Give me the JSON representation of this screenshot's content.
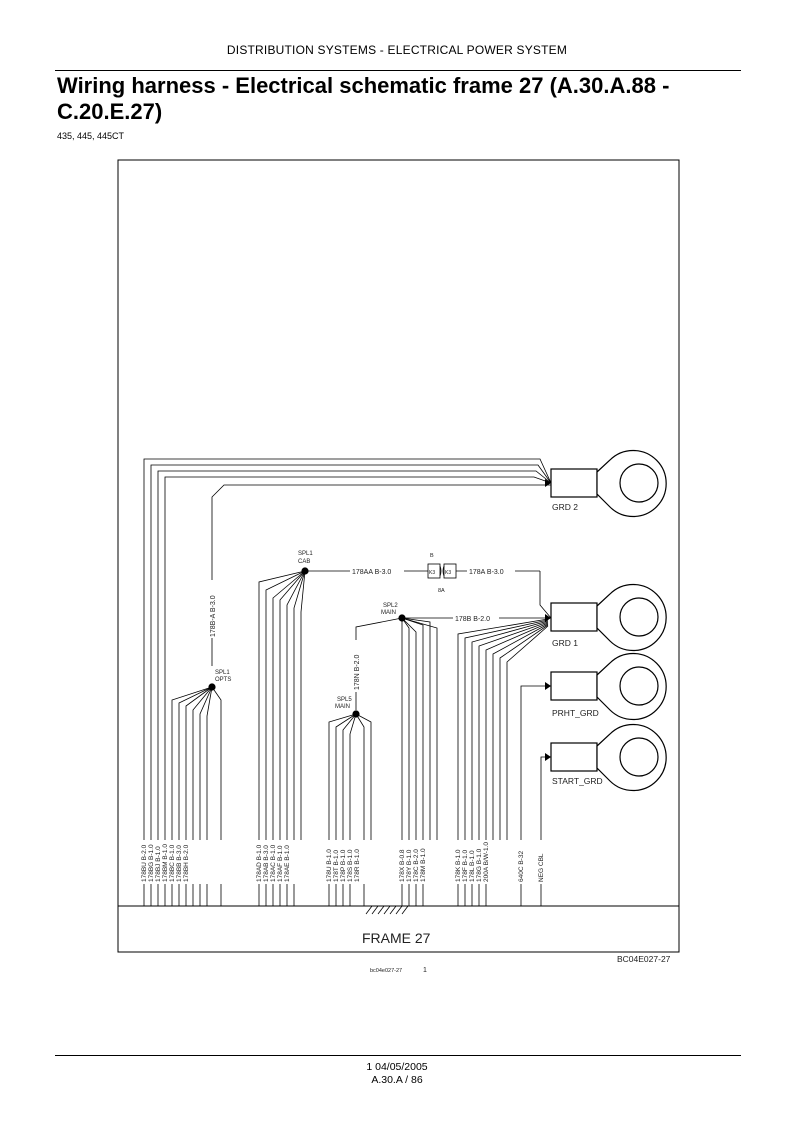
{
  "header": {
    "section": "DISTRIBUTION SYSTEMS - ELECTRICAL POWER SYSTEM"
  },
  "page": {
    "title": "Wiring harness - Electrical schematic frame 27 (A.30.A.88 - C.20.E.27)",
    "models": "435, 445, 445CT"
  },
  "diagram": {
    "frame_label": "FRAME 27",
    "figure_code": "BC04E027-27",
    "caption_code": "bc04e027-27",
    "caption_index": "1",
    "splices": {
      "spl1_opts": {
        "line1": "SPL1",
        "line2": "OPTS"
      },
      "spl1_cab": {
        "line1": "SPL1",
        "line2": "CAB"
      },
      "spl2_main": {
        "line1": "SPL2",
        "line2": "MAIN"
      },
      "spl5_main": {
        "line1": "SPL5",
        "line2": "MAIN"
      }
    },
    "grounds": {
      "grd2": "GRD 2",
      "grd1": "GRD 1",
      "prht_grd": "PRHT_GRD",
      "start_grd": "START_GRD"
    },
    "connector": {
      "top": "B",
      "left_pin": "K3",
      "right_pin": "K3",
      "bottom": "8A"
    },
    "wire_labels": {
      "w178AA": "178AA B-3.0",
      "w178A": "178A B-3.0",
      "w178B": "178B B-2.0",
      "w178BA": "178B-A B-3.0",
      "w178N": "178N B-2.0"
    },
    "wires": [
      "178BU B-2.0",
      "178BG B-1.0",
      "178BJ B-1.0",
      "178BM B-1.0",
      "178BC B-1.0",
      "178BB B-3.0",
      "178BH B-2.0",
      "178AD B-1.0",
      "178AB B-3.0",
      "178AC B-1.0",
      "178AF B-1.0",
      "178AE B-1.0",
      "178U B-1.0",
      "178T B-1.0",
      "178P B-1.0",
      "178S B-1.0",
      "178R B-1.0",
      "178X B-0.8",
      "178Y B-1.0",
      "178C B-2.0",
      "178M B-1.0",
      "178K B-1.0",
      "178F B-1.0",
      "178L B-1.0",
      "178G B-1.0",
      "200A B/W-1.0",
      "640C B-32",
      "NEG CBL"
    ]
  },
  "footer": {
    "line1": "1 04/05/2005",
    "line2": "A.30.A / 86"
  }
}
